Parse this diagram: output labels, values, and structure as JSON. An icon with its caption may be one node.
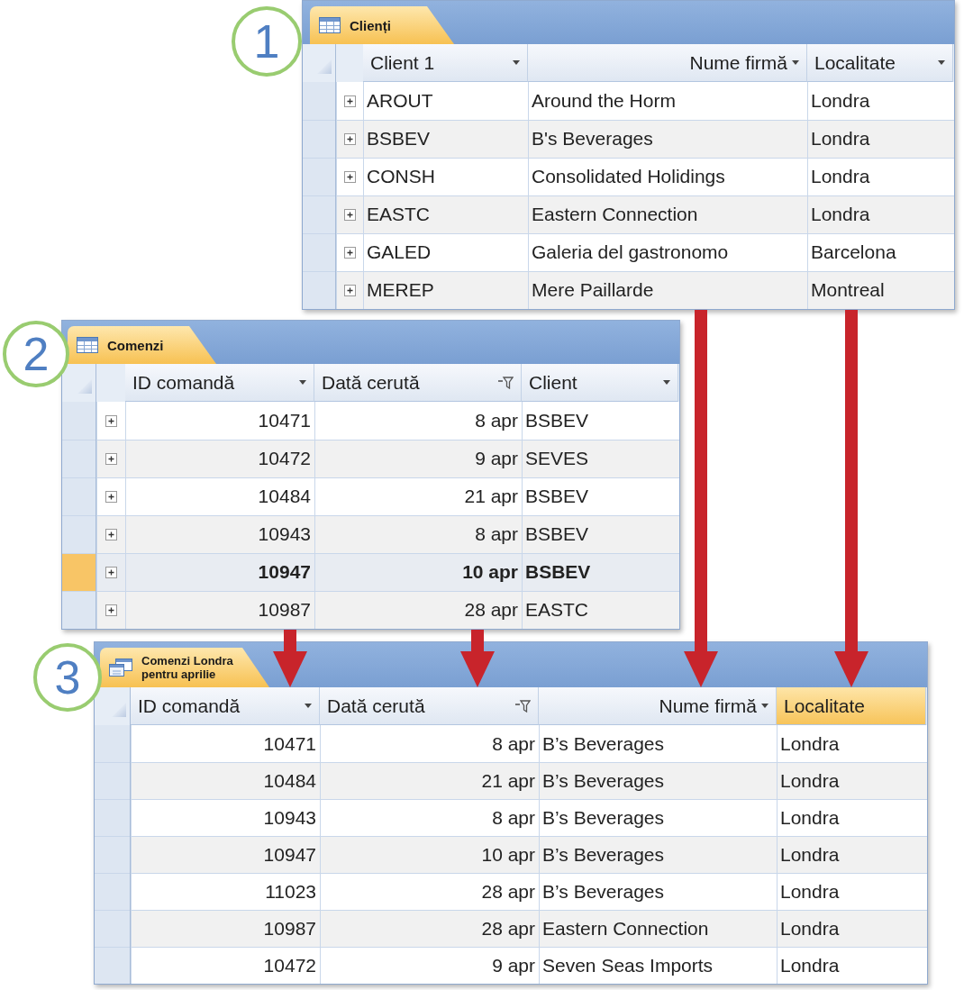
{
  "diagram": {
    "nodes": [
      {
        "text": [
          "1"
        ]
      },
      {
        "text": [
          "Clienți",
          "Client 1",
          "Nume firmă",
          "Localitate",
          "AROUT",
          "Around the Horm",
          "Londra",
          "BSBEV",
          "B's Beverages",
          "Londra",
          "CONSH",
          "Consolidated Holidings",
          "Londra",
          "EASTC",
          "Eastern Connection",
          "Londra",
          "GALED",
          "Galeria del gastronomo",
          "Barcelona",
          "MEREP",
          "Mere Paillarde",
          "Montreal"
        ]
      },
      {
        "text": [
          "2"
        ]
      },
      {
        "text": [
          "Comenzi",
          "ID comandă",
          "Dată cerută",
          "Client",
          "10471",
          "8 apr",
          "BSBEV",
          "10472",
          "9 apr",
          "SEVES",
          "10484",
          "21 apr",
          "BSBEV",
          "10943",
          "8 apr",
          "BSBEV",
          "10947",
          "10 apr",
          "BSBEV",
          "10987",
          "28 apr",
          "EASTC"
        ]
      },
      {
        "text": [
          "3"
        ]
      },
      {
        "text": [
          "Comenzi Londra pentru aprilie",
          "10471",
          "8 apr",
          "B’s Beverages",
          "Londra",
          "10484",
          "21 apr",
          "B’s Beverages",
          "Londra",
          "10943",
          "8 apr",
          "B’s Beverages",
          "Londra",
          "10947",
          "10 apr",
          "B’s Beverages",
          "Londra",
          "11023",
          "28 apr",
          "B’s Beverages",
          "Londra",
          "10987",
          "28 apr",
          "Eastern Connection",
          "Londra",
          "10472",
          "9 apr",
          "Seven Seas Imports",
          "Londra"
        ]
      },
      {
        "text": [
          "ID comandă"
        ],
        "in": 5
      },
      {
        "text": [
          "Dată cerută"
        ],
        "in": 5
      },
      {
        "text": [
          "Nume firmă"
        ],
        "in": 5
      },
      {
        "text": [
          "Localitate"
        ],
        "in": 5
      }
    ],
    "edges": [
      {
        "from": 3,
        "to": 6,
        "arrow": "to"
      },
      {
        "from": 3,
        "to": 7,
        "arrow": "to"
      },
      {
        "from": 1,
        "to": 8,
        "arrow": "to"
      },
      {
        "from": 1,
        "to": 9,
        "arrow": "to"
      }
    ]
  }
}
